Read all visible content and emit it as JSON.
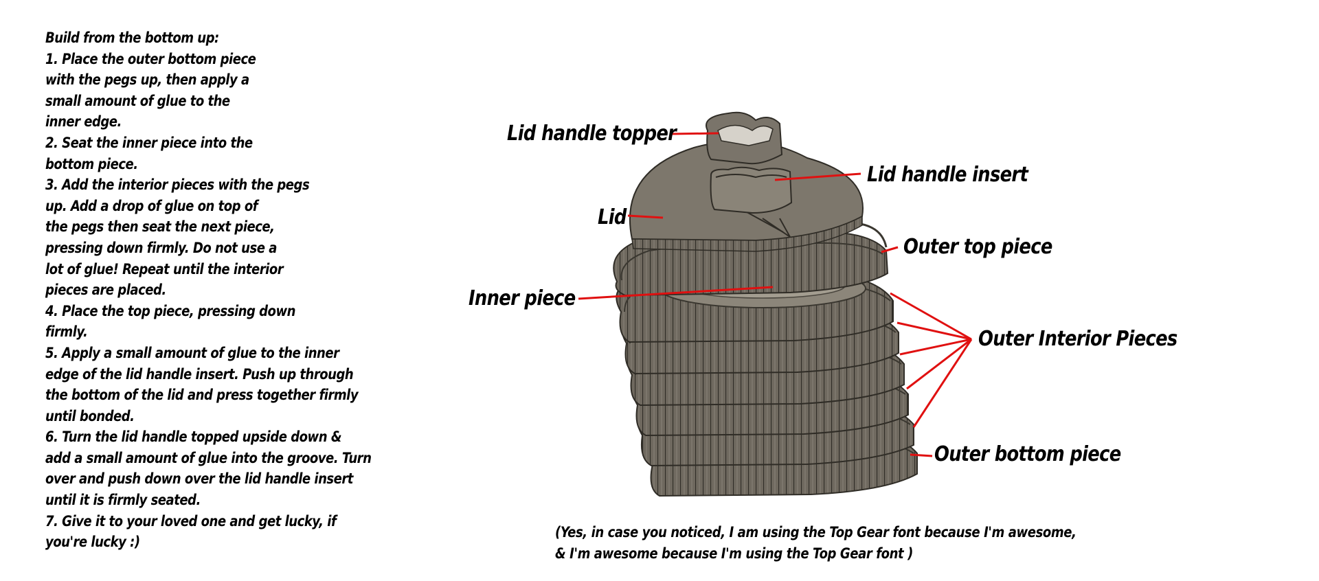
{
  "instructions": [
    "Build from the bottom up:",
    "1. Place the outer bottom piece",
    "with the pegs up, then apply a",
    "small amount of glue to the",
    "inner edge.",
    "2. Seat the inner piece into the",
    "bottom piece.",
    "3. Add the interior pieces with the pegs",
    "up. Add a drop of glue on top of",
    "the pegs then seat the next piece,",
    "pressing down firmly. Do not use a",
    "lot of glue! Repeat until the interior",
    "pieces are placed.",
    "4. Place the top piece, pressing down",
    "firmly.",
    "5. Apply a small amount of glue to the inner",
    "edge of the lid handle insert. Push up through",
    "the bottom of the lid and press together firmly",
    "until bonded.",
    "6. Turn the lid handle topped upside down &",
    "add a small amount of glue into the groove. Turn",
    "over and push down over the lid handle insert",
    "until it is firmly seated.",
    "7. Give it to your loved one and get lucky, if",
    "you're lucky :)"
  ],
  "labels": {
    "lid_handle_topper": "Lid handle topper",
    "lid_handle_insert": "Lid handle insert",
    "lid": "Lid",
    "outer_top_piece": "Outer top piece",
    "inner_piece": "Inner piece",
    "outer_interior_pieces": "Outer Interior Pieces",
    "outer_bottom_piece": "Outer bottom piece"
  },
  "caption": [
    "(Yes, in case you noticed, I am using the Top Gear font because I'm awesome,",
    "& I'm awesome because I'm using the Top Gear font )"
  ],
  "colors": {
    "leader_line": "#e01010",
    "model_fill": "#7d776c",
    "model_edge": "#3a3730",
    "background": "#ffffff"
  }
}
